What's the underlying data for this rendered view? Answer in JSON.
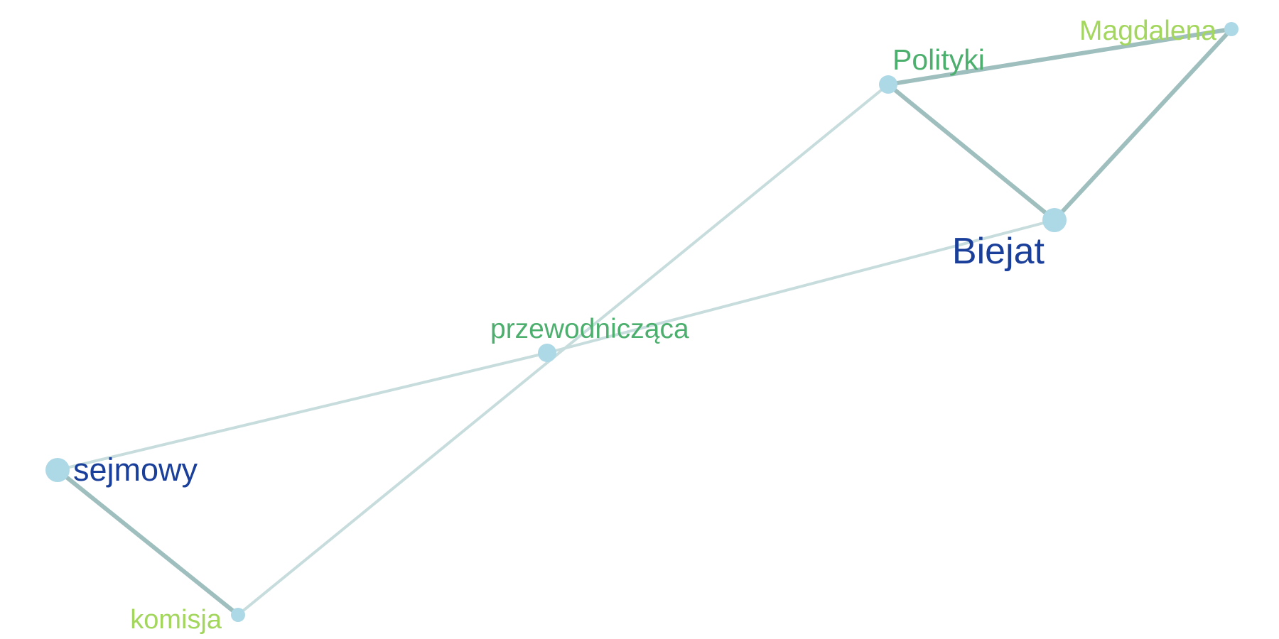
{
  "colors": {
    "node_fill": "#add8e6",
    "edge_strong": "#9fbfbf",
    "edge_weak": "#c7dcdc",
    "label_dark_blue": "#1a3f9a",
    "label_green": "#4caf6e",
    "label_light_green": "#a3d65c"
  },
  "nodes": [
    {
      "id": "sejmowy",
      "label": "sejmowy",
      "color_role": "label_dark_blue",
      "size": "large"
    },
    {
      "id": "komisja",
      "label": "komisja",
      "color_role": "label_light_green",
      "size": "small"
    },
    {
      "id": "przewodniczaca",
      "label": "przewodnicząca",
      "color_role": "label_green",
      "size": "medium"
    },
    {
      "id": "polityki",
      "label": "Polityki",
      "color_role": "label_green",
      "size": "medium"
    },
    {
      "id": "magdalena",
      "label": "Magdalena",
      "color_role": "label_light_green",
      "size": "small"
    },
    {
      "id": "biejat",
      "label": "Biejat",
      "color_role": "label_dark_blue",
      "size": "large"
    }
  ],
  "edges": [
    {
      "source": "sejmowy",
      "target": "komisja",
      "strength": "strong"
    },
    {
      "source": "sejmowy",
      "target": "przewodniczaca",
      "strength": "weak"
    },
    {
      "source": "komisja",
      "target": "polityki",
      "strength": "weak"
    },
    {
      "source": "przewodniczaca",
      "target": "biejat",
      "strength": "weak"
    },
    {
      "source": "polityki",
      "target": "magdalena",
      "strength": "strong"
    },
    {
      "source": "polityki",
      "target": "biejat",
      "strength": "strong"
    },
    {
      "source": "magdalena",
      "target": "biejat",
      "strength": "strong"
    }
  ]
}
